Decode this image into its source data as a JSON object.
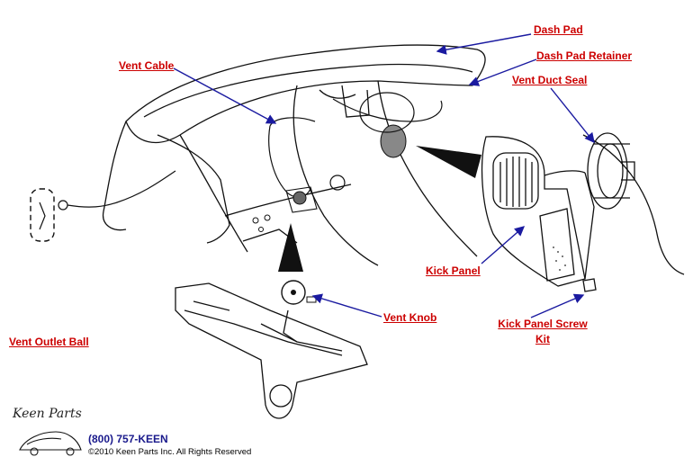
{
  "callouts": {
    "dash_pad": "Dash Pad",
    "dash_pad_retainer": "Dash Pad Retainer",
    "vent_cable": "Vent Cable",
    "vent_duct_seal": "Vent Duct Seal",
    "kick_panel": "Kick Panel",
    "vent_knob": "Vent Knob",
    "kick_panel_screw_kit_line1": "Kick Panel Screw",
    "kick_panel_screw_kit_line2": "Kit",
    "vent_outlet_ball": "Vent Outlet Ball"
  },
  "footer": {
    "logo_text": "Keen Parts",
    "phone": "(800) 757-KEEN",
    "copyright": "©2010 Keen Parts Inc. All Rights Reserved"
  },
  "colors": {
    "callout_text": "#cc0000",
    "leader_line": "#1a1aa0",
    "line_art": "#111111"
  }
}
